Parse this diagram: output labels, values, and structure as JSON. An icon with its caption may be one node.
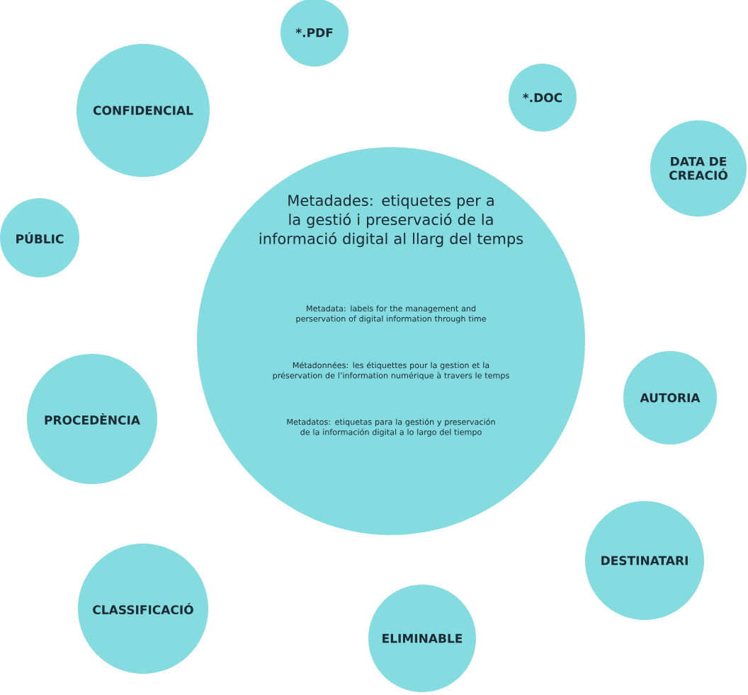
{
  "diagram": {
    "nodes": [
      {
        "text": [
          "Metadades: etiquetes per a la gestió i preservació de la informació digital al llarg del temps",
          "Metadata: labels for the management and perservation of digital information through time",
          "Métadonnées: les étiquettes pour la gestion et la préservation de l’information numérique à travers le temps",
          "Metadatos: etiquetas para la gestión y preservación de la información digital a lo largo del tiempo"
        ]
      },
      {
        "text": [
          "*.PDF"
        ]
      },
      {
        "text": [
          "*.DOC"
        ]
      },
      {
        "text": [
          "CONFIDENCIAL"
        ]
      },
      {
        "text": [
          "DATA DE CREACIÓ"
        ]
      },
      {
        "text": [
          "PÚBLIC"
        ]
      },
      {
        "text": [
          "AUTORIA"
        ]
      },
      {
        "text": [
          "PROCEDÈNCIA"
        ]
      },
      {
        "text": [
          "DESTINATARI"
        ]
      },
      {
        "text": [
          "CLASSIFICACIÓ"
        ]
      },
      {
        "text": [
          "ELIMINABLE"
        ]
      }
    ]
  }
}
